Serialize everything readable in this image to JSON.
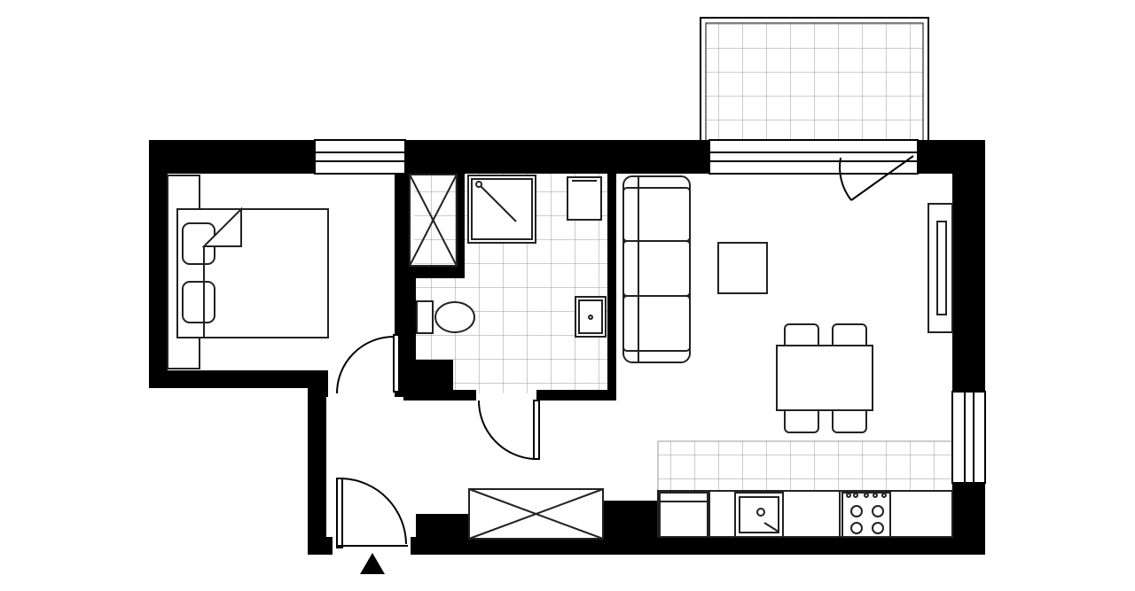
{
  "plan": {
    "rooms": [
      "bedroom",
      "bathroom",
      "living-kitchen",
      "hallway",
      "balcony"
    ],
    "entrance_icon": "entrance-arrow-icon",
    "colors": {
      "wall": "#000000",
      "furniture_stroke": "#222222",
      "tile_grid": "#9a9a9a",
      "background": "#ffffff"
    }
  }
}
